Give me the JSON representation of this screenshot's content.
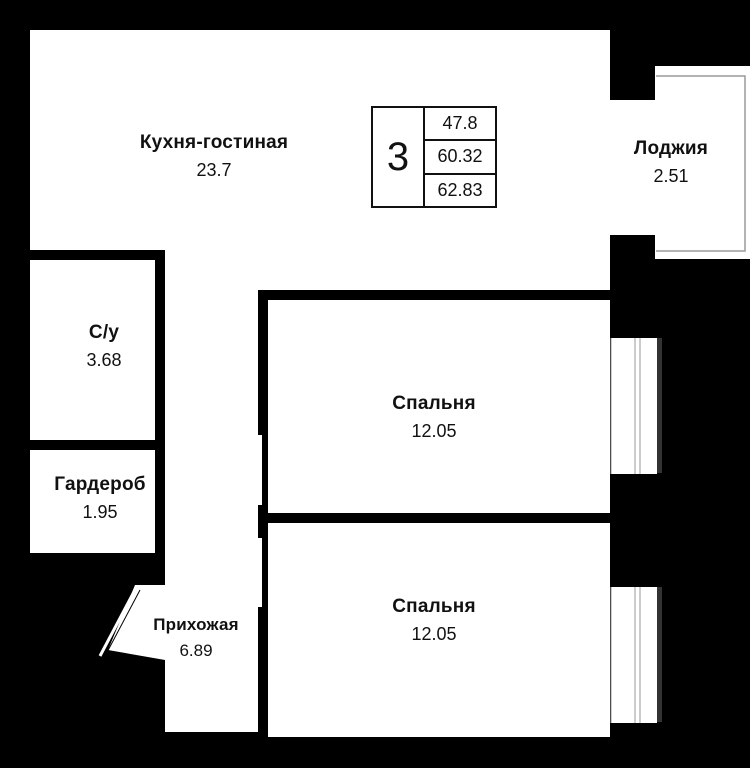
{
  "plan": {
    "colors": {
      "wall": "#000000",
      "floor": "#ffffff",
      "window_line": "#9a9a9a",
      "text": "#111111"
    },
    "summary": {
      "rooms_count": "3",
      "living_area": "47.8",
      "total_area": "60.32",
      "total_area_with_loggia": "62.83"
    },
    "rooms": [
      {
        "id": "kitchen-living",
        "name": "Кухня-гостиная",
        "area": "23.7"
      },
      {
        "id": "loggia",
        "name": "Лоджия",
        "area": "2.51"
      },
      {
        "id": "bathroom",
        "name": "С/у",
        "area": "3.68"
      },
      {
        "id": "wardrobe",
        "name": "Гардероб",
        "area": "1.95"
      },
      {
        "id": "bedroom-1",
        "name": "Спальня",
        "area": "12.05"
      },
      {
        "id": "bedroom-2",
        "name": "Спальня",
        "area": "12.05"
      },
      {
        "id": "hallway",
        "name": "Прихожая",
        "area": "6.89"
      }
    ]
  }
}
